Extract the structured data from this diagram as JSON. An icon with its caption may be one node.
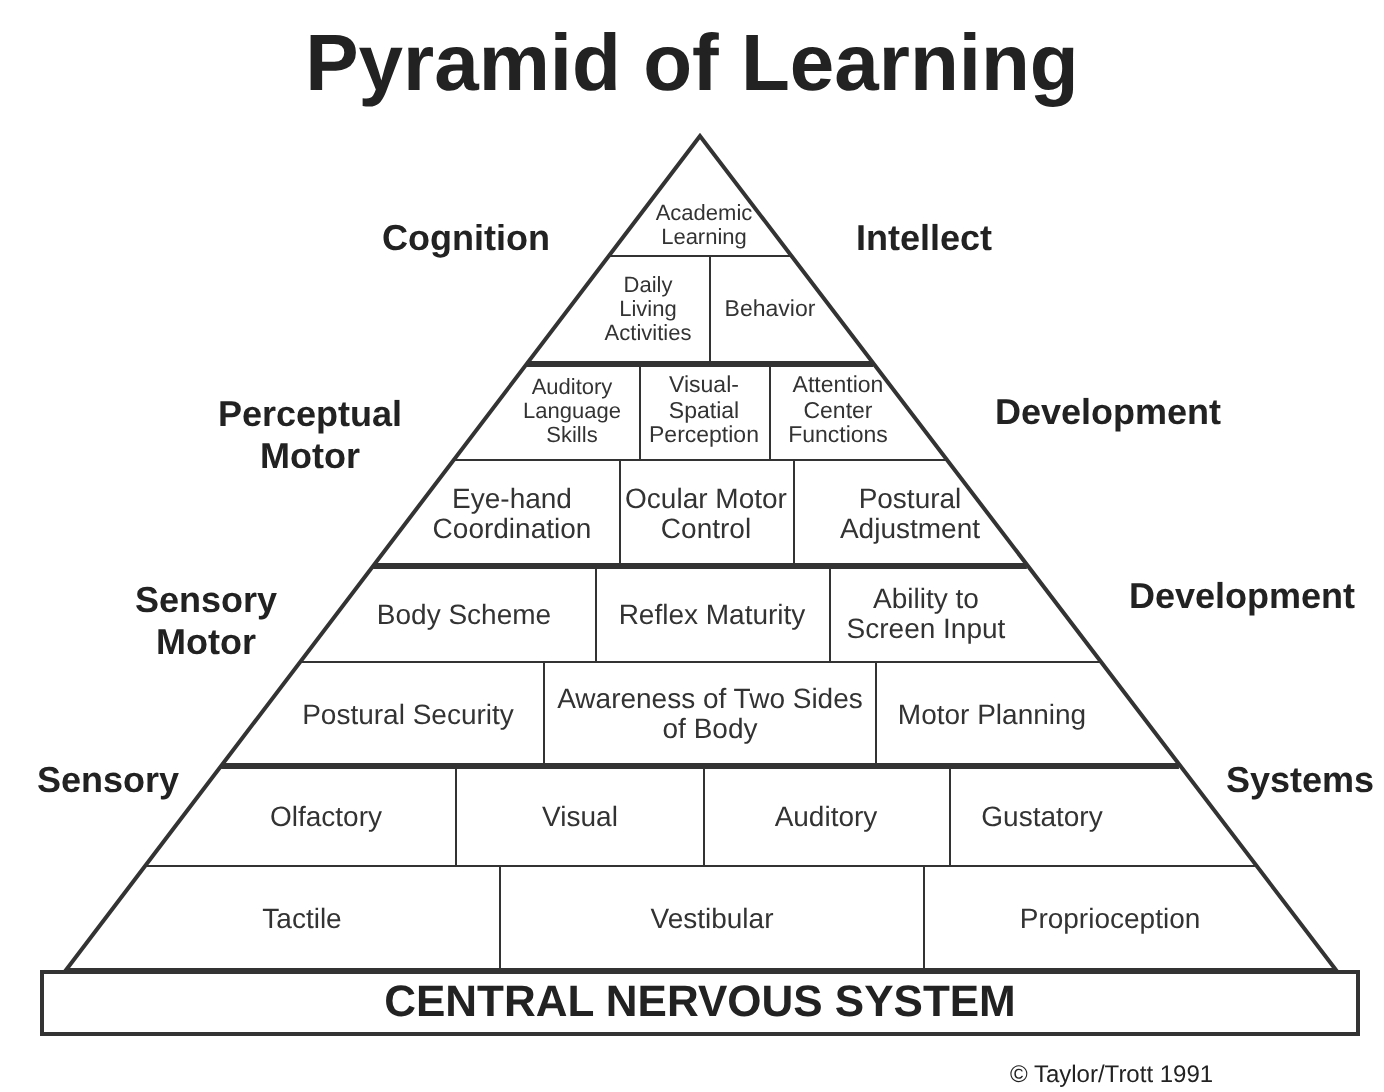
{
  "diagram": {
    "title": "Pyramid of Learning",
    "nodes": [
      {
        "text": [
          "Academic Learning"
        ]
      },
      {
        "text": [
          "Daily Living Activities"
        ]
      },
      {
        "text": [
          "Behavior"
        ]
      },
      {
        "text": [
          "Auditory Language Skills"
        ]
      },
      {
        "text": [
          "Visual-Spatial Perception"
        ]
      },
      {
        "text": [
          "Attention Center Functions"
        ]
      },
      {
        "text": [
          "Eye-hand Coordination"
        ]
      },
      {
        "text": [
          "Ocular Motor Control"
        ]
      },
      {
        "text": [
          "Postural Adjustment"
        ]
      },
      {
        "text": [
          "Body Scheme"
        ]
      },
      {
        "text": [
          "Reflex Maturity"
        ]
      },
      {
        "text": [
          "Ability to Screen Input"
        ]
      },
      {
        "text": [
          "Postural Security"
        ]
      },
      {
        "text": [
          "Awareness of Two Sides of Body"
        ]
      },
      {
        "text": [
          "Motor Planning"
        ]
      },
      {
        "text": [
          "Olfactory"
        ]
      },
      {
        "text": [
          "Visual"
        ]
      },
      {
        "text": [
          "Auditory"
        ]
      },
      {
        "text": [
          "Gustatory"
        ]
      },
      {
        "text": [
          "Tactile"
        ]
      },
      {
        "text": [
          "Vestibular"
        ]
      },
      {
        "text": [
          "Proprioception"
        ]
      },
      {
        "text": [
          "CENTRAL NERVOUS SYSTEM"
        ]
      }
    ],
    "labels": [
      "Cognition",
      "Intellect",
      "Perceptual Motor",
      "Development",
      "Sensory Motor",
      "Development",
      "Sensory",
      "Systems",
      "© Taylor/Trott 1991"
    ]
  }
}
